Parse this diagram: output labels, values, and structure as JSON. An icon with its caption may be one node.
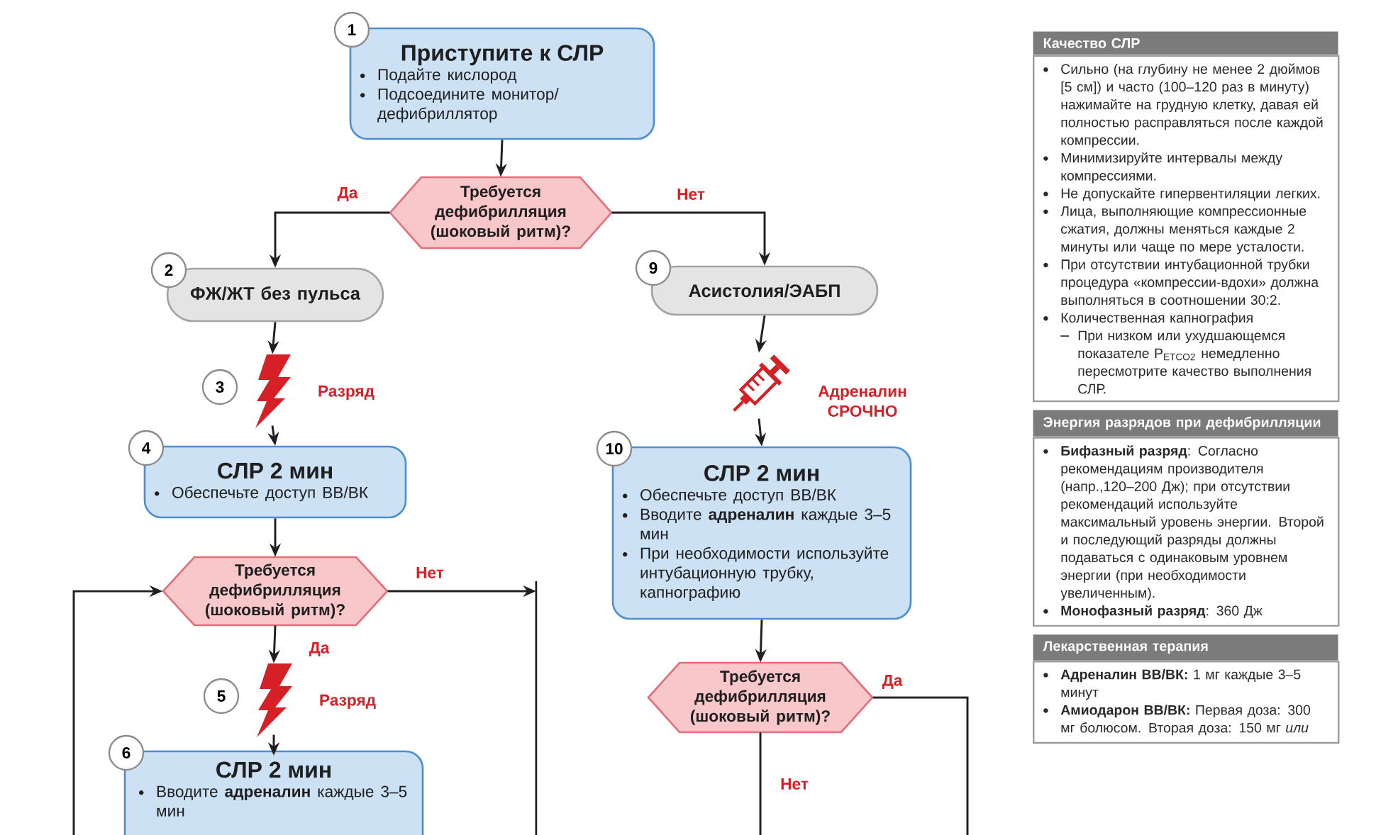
{
  "diagram": {
    "nodes": [
      {
        "text": [
          "Приступите к СЛР",
          "Подайте кислород",
          "Подсоедините монитор/ дефибриллятор"
        ],
        "beside": [
          "1"
        ]
      },
      {
        "text": [
          "Требуется дефибрилляция (шоковый ритм)?"
        ]
      },
      {
        "text": [
          "ФЖ/ЖТ без пульса"
        ],
        "beside": [
          "2"
        ]
      },
      {
        "text": [],
        "shape": "lightning",
        "beside": [
          "3",
          "Разряд"
        ]
      },
      {
        "text": [
          "СЛР 2 мин",
          "Обеспечьте доступ ВВ/ВК"
        ],
        "beside": [
          "4"
        ]
      },
      {
        "text": [
          "Требуется дефибрилляция (шоковый ритм)?"
        ]
      },
      {
        "text": [],
        "shape": "lightning",
        "beside": [
          "5",
          "Разряд"
        ]
      },
      {
        "text": [
          "СЛР 2 мин",
          "Вводите **адреналин** каждые 3–5 мин"
        ],
        "beside": [
          "6"
        ]
      },
      {
        "text": [
          "Асистолия/ЭАБП"
        ],
        "beside": [
          "9"
        ]
      },
      {
        "text": [],
        "shape": "syringe",
        "beside": [
          "Адреналин СРОЧНО"
        ]
      },
      {
        "text": [
          "СЛР 2 мин",
          "Обеспечьте доступ ВВ/ВК",
          "Вводите **адреналин** каждые 3–5 мин",
          "При необходимости используйте интубационную трубку, капнографию"
        ],
        "beside": [
          "10"
        ]
      },
      {
        "text": [
          "Требуется дефибрилляция (шоковый ритм)?"
        ]
      },
      {
        "text": [
          "Качество СЛР",
          "Сильно (на глубину не менее 2 дюймов [5 см]) и часто (100–120 раз в минуту) нажимайте на грудную клетку, давая ей полностью расправляться после каждой компрессии.",
          "Минимизируйте интервалы между компрессиями.",
          "Не допускайте гипервентиляции легких.",
          "Лица, выполняющие компрессионные сжатия, должны меняться каждые 2 минуты или чаще по мере усталости.",
          "При отсутствии интубационной трубки процедура «компрессии-вдохи» должна выполняться в соотношении 30:2.",
          "Количественная капнография",
          "При низком или ухудшающемся показателе P$_{ETCO2}$ немедленно пересмотрите качество выполнения СЛР."
        ]
      },
      {
        "text": [
          "Энергия разрядов при дефибрилляции",
          "**Бифазный разряд**: Согласно рекомендациям производителя (напр.,120–200 Дж); при отсутствии рекомендаций используйте максимальный уровень энергии. Второй и последующий разряды должны подаваться с одинаковым уровнем энергии (при необходимости увеличенным).",
          "**Монофазный разряд**: 360 Дж"
        ]
      },
      {
        "text": [
          "Лекарственная терапия",
          "**Адреналин ВВ/ВК:** 1 мг каждые 3–5 минут",
          "**Амиодарон ВВ/ВК:** Первая доза: 300 мг болюсом. Вторая доза: 150 мг *или*"
        ]
      }
    ],
    "edges": [
      {
        "from": 0,
        "to": 1,
        "arrow": "to"
      },
      {
        "from": 1,
        "to": 2,
        "arrow": "to",
        "label": "Да"
      },
      {
        "from": 1,
        "to": 8,
        "arrow": "to",
        "label": "Нет"
      },
      {
        "from": 2,
        "to": 3,
        "arrow": "to"
      },
      {
        "from": 3,
        "to": 4,
        "arrow": "to"
      },
      {
        "from": 4,
        "to": 5,
        "arrow": "to"
      },
      {
        "from": 5,
        "to": 6,
        "arrow": "to",
        "label": "Да"
      },
      {
        "from": 6,
        "to": 7,
        "arrow": "to"
      },
      {
        "from": 5,
        "to": null,
        "arrow": "to",
        "label": "Нет"
      },
      {
        "from": null,
        "to": 5,
        "arrow": "to"
      },
      {
        "from": 8,
        "to": 9,
        "arrow": "to"
      },
      {
        "from": 9,
        "to": 10,
        "arrow": "to"
      },
      {
        "from": 10,
        "to": 11,
        "arrow": "to"
      },
      {
        "from": 11,
        "to": null,
        "arrow": "none",
        "label": "Нет"
      },
      {
        "from": 11,
        "to": null,
        "arrow": "none",
        "label": "Да"
      }
    ]
  }
}
